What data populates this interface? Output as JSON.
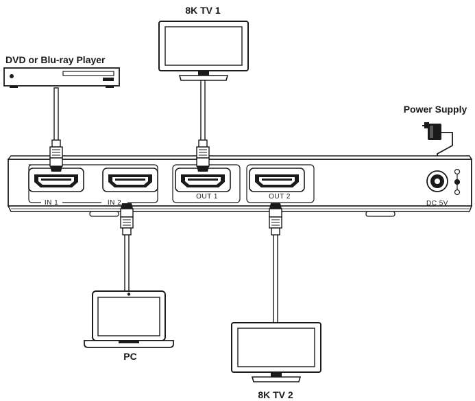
{
  "labels": {
    "tv1": "8K TV 1",
    "tv2": "8K TV 2",
    "player": "DVD or Blu-ray Player",
    "power_supply": "Power Supply",
    "pc": "PC"
  },
  "ports": {
    "in1": "IN 1",
    "in2": "IN 2",
    "out1": "OUT 1",
    "out2": "OUT 2",
    "dc": "DC 5V"
  },
  "icons": {
    "hdmi_port": "hdmi-port-icon",
    "hdmi_plug": "hdmi-plug-icon",
    "dc_jack": "dc-jack-icon",
    "polarity": "polarity-icon",
    "tv": "tv-icon",
    "laptop": "laptop-icon",
    "player": "disc-player-icon",
    "adapter": "power-adapter-icon"
  },
  "colors": {
    "line": "#1a1a1a",
    "fill": "#ffffff",
    "screen_inner": "#ffffff"
  }
}
